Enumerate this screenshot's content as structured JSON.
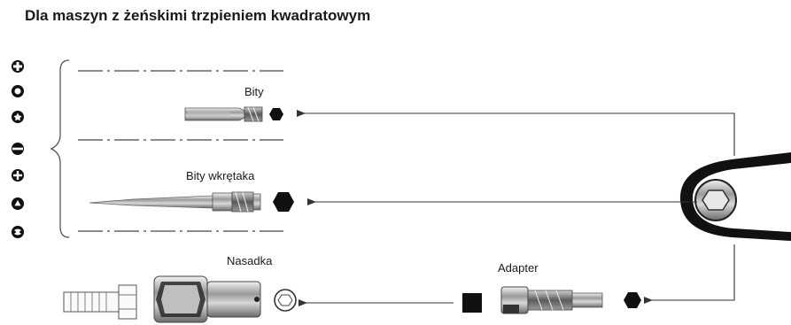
{
  "title": "Dla maszyn z żeńskimi trzpieniem kwadratowym",
  "labels": {
    "bits": "Bity",
    "screwdriver_bits": "Bity wkrętaka",
    "socket": "Nasadka",
    "adapter": "Adapter"
  },
  "bit_tip_icons": [
    "phillips-icon",
    "square-icon",
    "torx-icon",
    "slotted-icon",
    "pozidriv-icon",
    "tri-wing-icon",
    "clutch-icon"
  ]
}
